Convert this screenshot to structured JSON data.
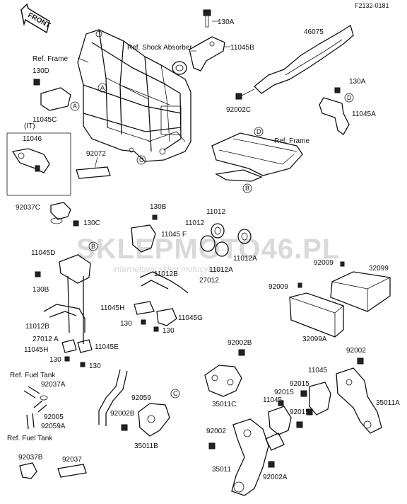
{
  "diagram": {
    "code": "F2132-0181",
    "front_arrow": "FRONT",
    "watermark": {
      "main": "SKLEPMOTO46.PL",
      "sub": "internetowy sklep motocyklowy"
    },
    "labels": {
      "l130A_top": "130A",
      "l11045B": "11045B",
      "l46075": "46075",
      "ref_shock": "Ref. Shock Absorber",
      "ref_frame_top": "Ref. Frame",
      "l130D": "130D",
      "l11045C": "11045C",
      "l92002C": "92002C",
      "l130A_right": "130A",
      "l11045A": "11045A",
      "l_IT": "(IT)",
      "l11046": "11046",
      "l92072": "92072",
      "ref_frame_mid": "Ref. Frame",
      "l92037C": "92037C",
      "l130C": "130C",
      "l130B_top": "130B",
      "l11045F": "11045 F",
      "l11012_a": "11012",
      "l11012_b": "11012",
      "l11012A_a": "11012A",
      "l11012A_b": "11012A",
      "l11045D": "11045D",
      "l130B_left": "130B",
      "l92009_a": "92009",
      "l32099": "32099",
      "l11012B_mid": "11012B",
      "l27012_mid": "27012",
      "l92009_b": "92009",
      "l11045H_mid": "11045H",
      "l11045G": "11045G",
      "l130_mid_a": "130",
      "l130_mid_b": "130",
      "l32099A": "32099A",
      "l11012B_left": "11012B",
      "l27012A": "27012 A",
      "l11045H_left": "11045H",
      "l11045E": "11045E",
      "l130_left_a": "130",
      "l130_left_b": "130",
      "l92002B_top": "92002B",
      "l92002_right": "92002",
      "ref_fuel_tank_a": "Ref. Fuel Tank",
      "l92037A": "92037A",
      "l11045_r": "11045",
      "l92015_a": "92015",
      "l35011A": "35011A",
      "l92059": "92059",
      "l35011C": "35011C",
      "l11045_r2": "11045",
      "l92015_b": "92015",
      "l92015_c": "92015",
      "l92005": "92005",
      "l92059A": "92059A",
      "l92002B_b": "92002B",
      "ref_fuel_tank_b": "Ref. Fuel Tank",
      "l35011B": "35011B",
      "l92002_mid": "92002",
      "l92037B": "92037B",
      "l92037": "92037",
      "l35011": "35011",
      "l92002A": "92002A"
    },
    "callouts": {
      "A": "A",
      "B": "B",
      "C": "C",
      "D": "D"
    }
  }
}
